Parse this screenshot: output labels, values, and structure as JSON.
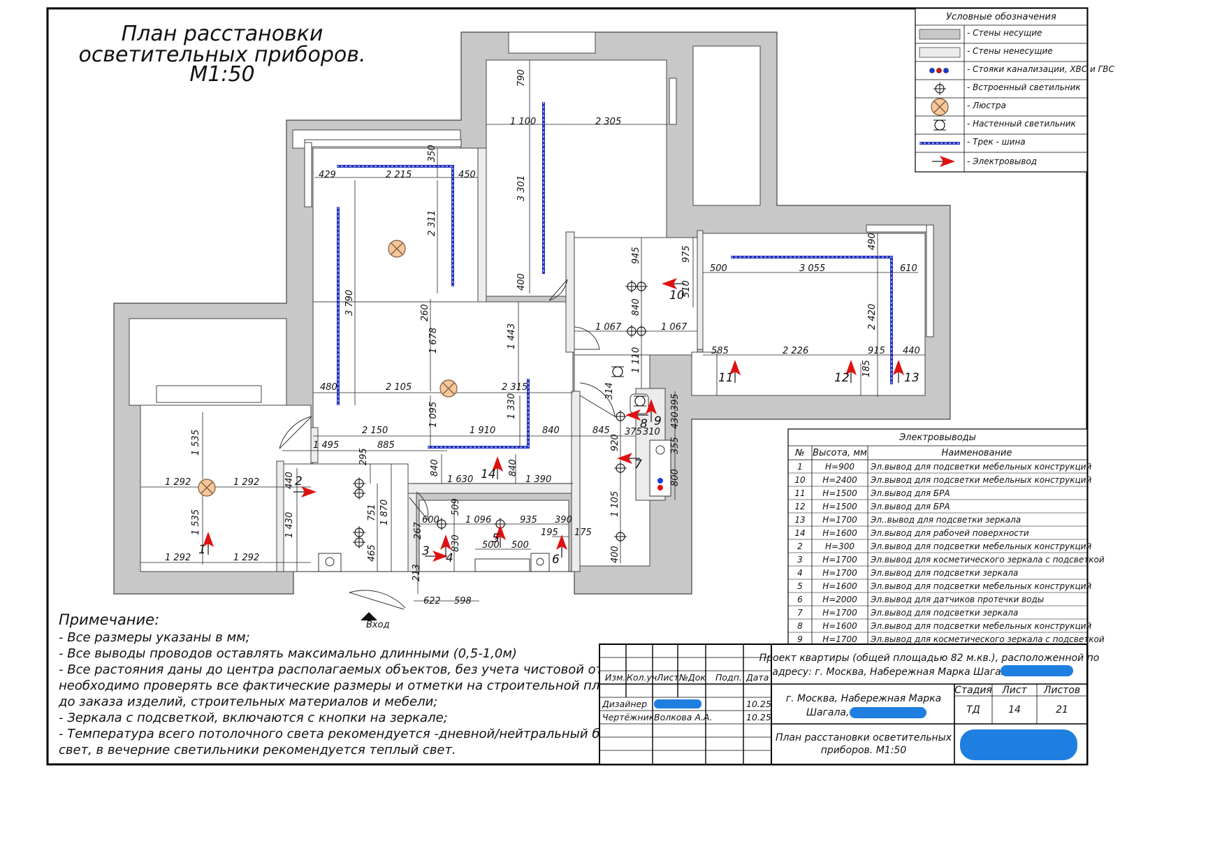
{
  "title": {
    "line1": "План расстановки",
    "line2": "осветительных приборов.",
    "line3": "М1:50"
  },
  "colors": {
    "bearing_wall": "#c8c8c8",
    "partition_wall": "#ececec",
    "track": "#2030c0",
    "outlet_arrow": "#e01010",
    "chandelier_fill": "#f6c79a",
    "redaction": "#1e7fe0"
  },
  "legend": {
    "title": "Условные обозначения",
    "items": [
      {
        "icon": "bearing-wall-swatch",
        "label": "- Стены несущие"
      },
      {
        "icon": "partition-wall-swatch",
        "label": "- Стены ненесущие"
      },
      {
        "icon": "risers-icon",
        "label": "- Стояки канализации, ХВС и ГВС"
      },
      {
        "icon": "recessed-light-icon",
        "label": "- Встроенный светильник"
      },
      {
        "icon": "chandelier-icon",
        "label": "- Люстра"
      },
      {
        "icon": "wall-light-icon",
        "label": "- Настенный светильник"
      },
      {
        "icon": "track-rail-icon",
        "label": "- Трек - шина"
      },
      {
        "icon": "outlet-arrow-icon",
        "label": "- Электровывод"
      }
    ]
  },
  "dims": {
    "d790": "790",
    "d1100": "1 100",
    "d2305": "2 305",
    "d3301": "3 301",
    "d400a": "400",
    "d350": "350",
    "d429": "429",
    "d2215": "2 215",
    "d450": "450",
    "d2311": "2 311",
    "d3790": "3 790",
    "d260": "260",
    "d1678": "1 678",
    "d1443": "1 443",
    "d480": "480",
    "d2105": "2 105",
    "d2315": "2 315",
    "d1095": "1 095",
    "d1330": "1 330",
    "d2150": "2 150",
    "d1910": "1 910",
    "d840a": "840",
    "d845": "845",
    "d1495": "1 495",
    "d885": "885",
    "d1535a": "1 535",
    "d1535b": "1 535",
    "d1292a": "1 292",
    "d1292b": "1 292",
    "d1292c": "1 292",
    "d1292d": "1 292",
    "d440a": "440",
    "d1430": "1 430",
    "d295": "295",
    "d751": "751",
    "d1870": "1 870",
    "d465": "465",
    "d840b": "840",
    "d1630": "1 630",
    "d840c": "840",
    "d1390": "1 390",
    "d600": "600",
    "d509": "509",
    "d1096": "1 096",
    "d935": "935",
    "d390": "390",
    "d267": "267",
    "d830": "830",
    "d500a": "500",
    "d500b": "500",
    "d195": "195",
    "d175": "175",
    "d213": "213",
    "d622": "622",
    "d598": "598",
    "d945": "945",
    "d975": "975",
    "d510": "510",
    "d840d": "840",
    "d1067a": "1 067",
    "d1067b": "1 067",
    "d1110": "1 110",
    "d314": "314",
    "d375": "375",
    "d310": "310",
    "d395": "395",
    "d430": "430",
    "d355": "355",
    "d920": "920",
    "d800": "800",
    "d1105": "1 105",
    "d400b": "400",
    "d490": "490",
    "d500c": "500",
    "d3055": "3 055",
    "d610": "610",
    "d2420": "2 420",
    "d585": "585",
    "d2226": "2 226",
    "d915": "915",
    "d440b": "440",
    "d185": "185"
  },
  "outlet_labels": [
    "1",
    "2",
    "3",
    "4",
    "5",
    "6",
    "7",
    "8",
    "9",
    "10",
    "11",
    "12",
    "13",
    "14"
  ],
  "entrance": {
    "label": "Вход"
  },
  "note": {
    "heading": "Примечание:",
    "lines": [
      "- Все размеры указаны в мм;",
      "- Все выводы проводов оставлять максимально длинными (0,5-1,0м)",
      "- Все растояния даны до центра располагаемых объектов, без учета чистовой отделки,",
      "необходимо проверять все фактические размеры и отметки на строительной площадке",
      "до заказа изделий, строительных материалов и мебели;",
      "- Зеркала с подсветкой, включаются с кнопки на зеркале;",
      "- Температура всего потолочного света рекомендуется -дневной/нейтральный белый",
      "свет, в вечерние светильники рекомендуется теплый свет."
    ]
  },
  "outlets_table": {
    "title": "Электровыводы",
    "headers": [
      "№",
      "Высота, мм",
      "Наименование"
    ],
    "rows": [
      [
        "1",
        "Н=900",
        "Эл.вывод для подсветки мебельных конструкций"
      ],
      [
        "10",
        "Н=2400",
        "Эл.вывод для подсветки мебельных конструкций"
      ],
      [
        "11",
        "Н=1500",
        "Эл.вывод для БРА"
      ],
      [
        "12",
        "Н=1500",
        "Эл.вывод для БРА"
      ],
      [
        "13",
        "Н=1700",
        "Эл..вывод для подсветки зеркала"
      ],
      [
        "14",
        "Н=1600",
        "Эл.вывод для рабочей поверхности"
      ],
      [
        "2",
        "Н=300",
        "Эл.вывод для подсветки мебельных конструкций"
      ],
      [
        "3",
        "Н=1700",
        "Эл.вывод для косметического зеркала с подсветкой"
      ],
      [
        "4",
        "Н=1700",
        "Эл.вывод для подсветки зеркала"
      ],
      [
        "5",
        "Н=1600",
        "Эл.вывод для подсветки мебельных конструкций"
      ],
      [
        "6",
        "Н=2000",
        "Эл.вывод для датчиков протечки воды"
      ],
      [
        "7",
        "Н=1700",
        "Эл.вывод для подсветки зеркала"
      ],
      [
        "8",
        "Н=1600",
        "Эл.вывод для подсветки мебельных конструкций"
      ],
      [
        "9",
        "Н=1700",
        "Эл.вывод для косметического зеркала с подсветкой"
      ]
    ]
  },
  "title_block": {
    "col_headers": [
      "Изм.",
      "Кол.уч",
      "Лист",
      "№Док",
      "Подп.",
      "Дата"
    ],
    "designer_role": "Дизайнер",
    "designer_date": "10.25",
    "drafter_role": "Чертёжник",
    "drafter_name": "Волкова А.А.",
    "drafter_date": "10.25",
    "project_line1": "Проект квартиры (общей площадью 82 м.кв.), расположенной по",
    "project_line2": "адресу: г. Москва, Набережная Марка Шагала,",
    "address_line1": "г. Москва, Набережная Марка",
    "address_line2": "Шагала,",
    "stage_label": "Стадия",
    "sheet_label": "Лист",
    "sheets_label": "Листов",
    "stage_value": "ТД",
    "sheet_value": "14",
    "sheets_value": "21",
    "drawing_line1": "План расстановки осветительных",
    "drawing_line2": "приборов. М1:50"
  }
}
